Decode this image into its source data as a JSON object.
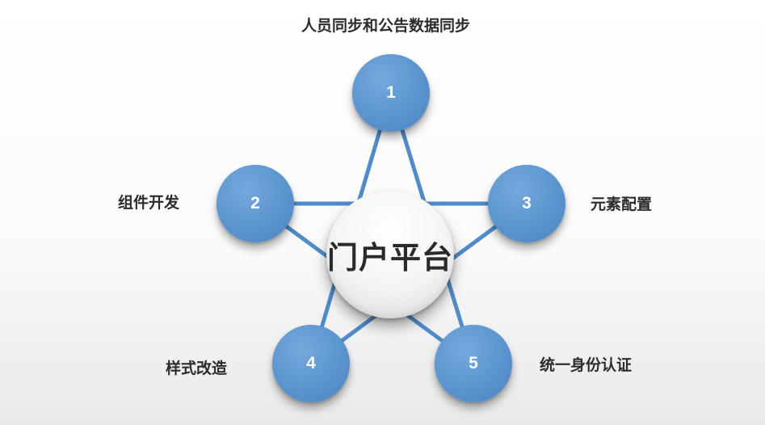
{
  "diagram": {
    "center": {
      "label": "门户平台"
    },
    "nodes": [
      {
        "number": "1",
        "label": "人员同步和公告数据同步"
      },
      {
        "number": "2",
        "label": "组件开发"
      },
      {
        "number": "3",
        "label": "元素配置"
      },
      {
        "number": "4",
        "label": "样式改造"
      },
      {
        "number": "5",
        "label": "统一身份认证"
      }
    ],
    "colors": {
      "node_fill": "#5b94cf",
      "connector": "#4f8cc9",
      "label_text": "#2c2c2c",
      "center_text": "#2a2a2a"
    }
  }
}
